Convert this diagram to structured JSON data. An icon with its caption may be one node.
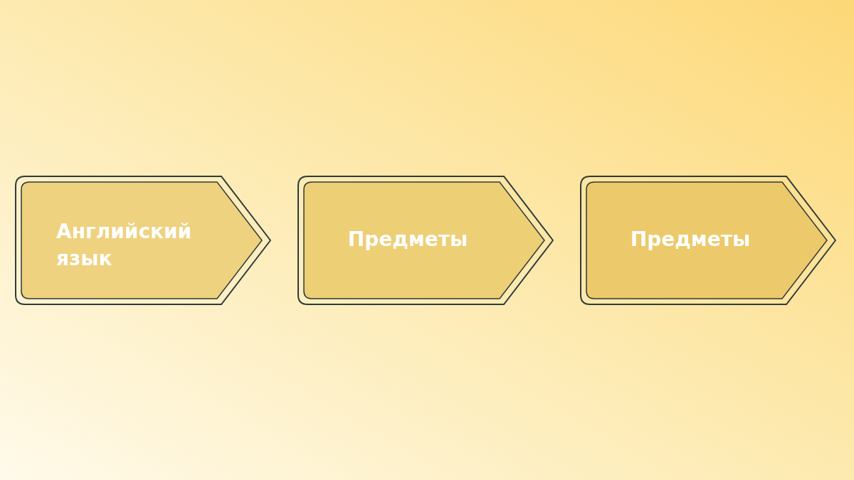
{
  "diagram": {
    "nodes": [
      {
        "text": [
          "Английский язык"
        ]
      },
      {
        "text": [
          "Предметы"
        ]
      },
      {
        "text": [
          "Предметы"
        ]
      }
    ],
    "edges": []
  }
}
